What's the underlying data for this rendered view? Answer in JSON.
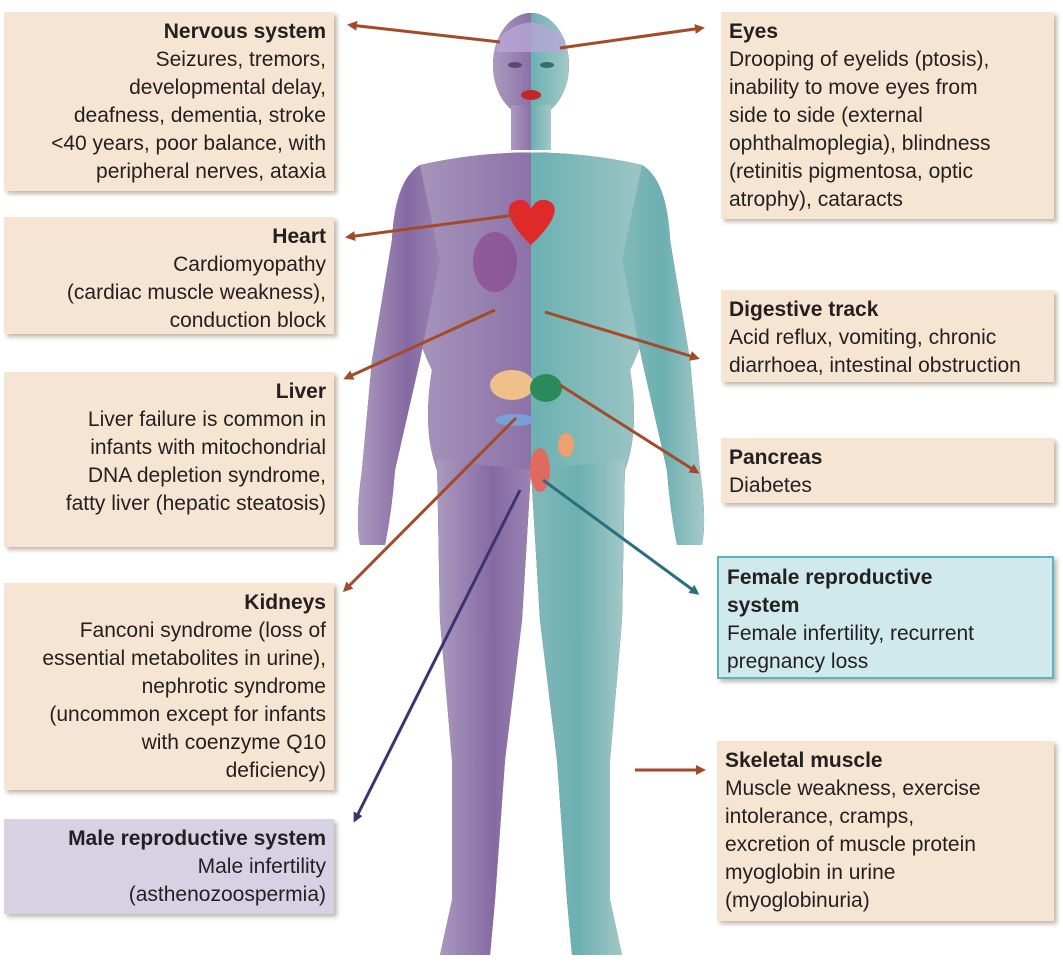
{
  "diagram": {
    "boxes": {
      "nervous": {
        "title": "Nervous system",
        "description": "Seizures, tremors,\ndevelopmental delay,\ndeafness, dementia, stroke\n<40 years, poor balance, with\nperipheral nerves, ataxia"
      },
      "heart": {
        "title": "Heart",
        "description": "Cardiomyopathy\n(cardiac muscle weakness),\nconduction block"
      },
      "liver": {
        "title": "Liver",
        "description": "Liver failure is common in\ninfants with mitochondrial\nDNA depletion syndrome,\nfatty liver (hepatic steatosis)"
      },
      "kidneys": {
        "title": "Kidneys",
        "description": "Fanconi syndrome (loss of\nessential metabolites in urine),\nnephrotic syndrome\n(uncommon except for infants\nwith coenzyme Q10\ndeficiency)"
      },
      "male": {
        "title": "Male reproductive system",
        "description": "Male infertility\n(asthenozoospermia)"
      },
      "eyes": {
        "title": "Eyes",
        "description": "Drooping of eyelids (ptosis),\ninability to move eyes from\nside to side (external\nophthalmoplegia), blindness\n(retinitis pigmentosa, optic\natrophy), cataracts"
      },
      "digestive": {
        "title": "Digestive track",
        "description": "Acid reflux, vomiting, chronic\ndiarrhoea, intestinal obstruction"
      },
      "pancreas": {
        "title": "Pancreas",
        "description": "Diabetes"
      },
      "female": {
        "title": "Female reproductive\nsystem",
        "description": "Female infertility, recurrent\npregnancy loss"
      },
      "skeletal": {
        "title": "Skeletal muscle",
        "description": "Muscle weakness, exercise\nintolerance, cramps,\nexcretion of muscle protein\nmyoglobin in urine\n(myoglobinuria)"
      }
    },
    "colors": {
      "box_fill": "#f6e5d2",
      "female_fill": "#cfe9ec",
      "male_fill": "#d6d1e3",
      "body_left": "#a98ac6",
      "body_right": "#8fd6d6",
      "arrow_brown": "#a34a28",
      "arrow_navy": "#3b3470",
      "arrow_teal": "#2a6f80"
    }
  }
}
